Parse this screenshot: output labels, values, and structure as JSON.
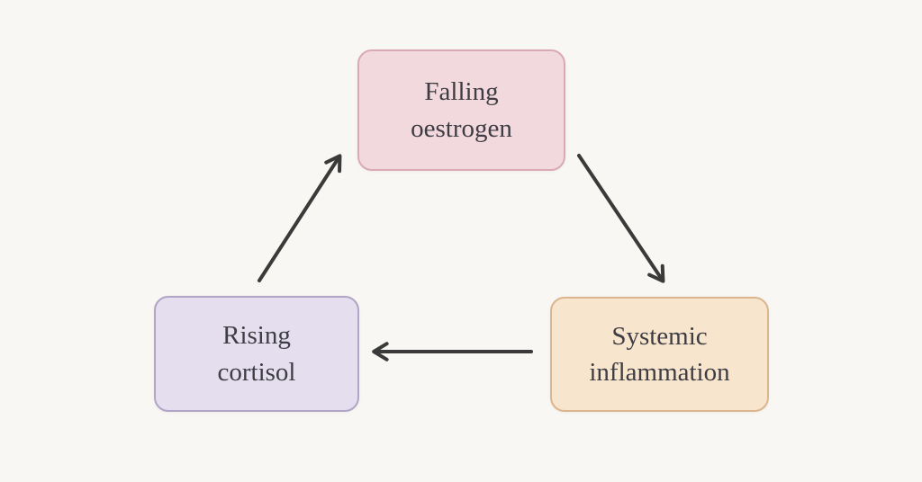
{
  "diagram": {
    "type": "cycle",
    "background_color": "#f9f7f3",
    "arrow_color": "#3a3a3a",
    "text_color": "#3e3d43",
    "nodes": [
      {
        "id": "falling-oestrogen",
        "label": "Falling oestrogen",
        "fill": "#f2d9de",
        "border": "#d9aab5",
        "position": "top-center"
      },
      {
        "id": "systemic-inflammation",
        "label": "Systemic inflammation",
        "fill": "#f8e5ce",
        "border": "#dbb58e",
        "position": "bottom-right"
      },
      {
        "id": "rising-cortisol",
        "label": "Rising cortisol",
        "fill": "#e4deee",
        "border": "#b1a5c7",
        "position": "bottom-left"
      }
    ],
    "edges": [
      {
        "from": "falling-oestrogen",
        "to": "systemic-inflammation",
        "direction": "down-right"
      },
      {
        "from": "systemic-inflammation",
        "to": "rising-cortisol",
        "direction": "left"
      },
      {
        "from": "rising-cortisol",
        "to": "falling-oestrogen",
        "direction": "up-right"
      }
    ]
  }
}
